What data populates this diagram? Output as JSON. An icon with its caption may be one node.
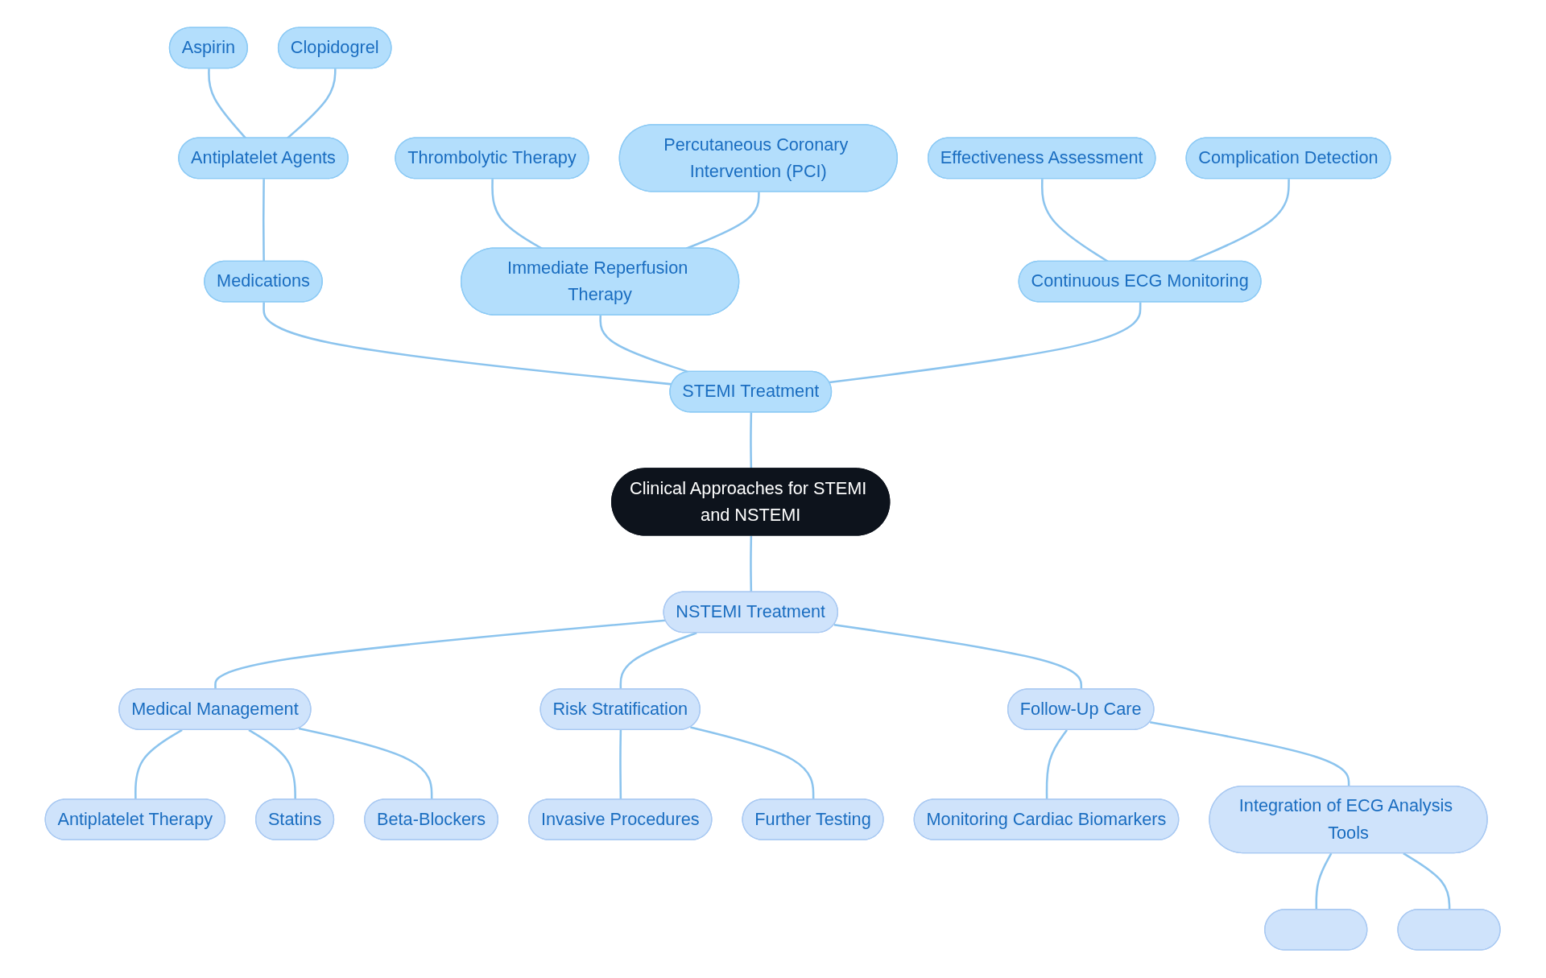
{
  "diagram": {
    "nodes": [
      {
        "text": [
          "Clinical Approaches for STEMI and NSTEMI"
        ]
      },
      {
        "text": [
          "STEMI Treatment"
        ]
      },
      {
        "text": [
          "Medications"
        ]
      },
      {
        "text": [
          "Antiplatelet Agents"
        ]
      },
      {
        "text": [
          "Aspirin"
        ]
      },
      {
        "text": [
          "Clopidogrel"
        ]
      },
      {
        "text": [
          "Immediate Reperfusion Therapy"
        ]
      },
      {
        "text": [
          "Thrombolytic Therapy"
        ]
      },
      {
        "text": [
          "Percutaneous Coronary Intervention (PCI)"
        ]
      },
      {
        "text": [
          "Continuous ECG Monitoring"
        ]
      },
      {
        "text": [
          "Effectiveness Assessment"
        ]
      },
      {
        "text": [
          "Complication Detection"
        ]
      },
      {
        "text": [
          "NSTEMI Treatment"
        ]
      },
      {
        "text": [
          "Medical Management"
        ]
      },
      {
        "text": [
          "Antiplatelet Therapy"
        ]
      },
      {
        "text": [
          "Statins"
        ]
      },
      {
        "text": [
          "Beta-Blockers"
        ]
      },
      {
        "text": [
          "Risk Stratification"
        ]
      },
      {
        "text": [
          "Invasive Procedures"
        ]
      },
      {
        "text": [
          "Further Testing"
        ]
      },
      {
        "text": [
          "Follow-Up Care"
        ]
      },
      {
        "text": [
          "Monitoring Cardiac Biomarkers"
        ]
      },
      {
        "text": [
          "Integration of ECG Analysis Tools"
        ]
      },
      {
        "text": [],
        "shape": "box"
      },
      {
        "text": [],
        "shape": "box"
      }
    ],
    "edges": [
      {
        "from": 0,
        "to": 1,
        "arrow": "none"
      },
      {
        "from": 1,
        "to": 2,
        "arrow": "none"
      },
      {
        "from": 2,
        "to": 3,
        "arrow": "none"
      },
      {
        "from": 3,
        "to": 4,
        "arrow": "none"
      },
      {
        "from": 3,
        "to": 5,
        "arrow": "none"
      },
      {
        "from": 1,
        "to": 6,
        "arrow": "none"
      },
      {
        "from": 6,
        "to": 7,
        "arrow": "none"
      },
      {
        "from": 6,
        "to": 8,
        "arrow": "none"
      },
      {
        "from": 1,
        "to": 9,
        "arrow": "none"
      },
      {
        "from": 9,
        "to": 10,
        "arrow": "none"
      },
      {
        "from": 9,
        "to": 11,
        "arrow": "none"
      },
      {
        "from": 0,
        "to": 12,
        "arrow": "none"
      },
      {
        "from": 12,
        "to": 13,
        "arrow": "none"
      },
      {
        "from": 13,
        "to": 14,
        "arrow": "none"
      },
      {
        "from": 13,
        "to": 15,
        "arrow": "none"
      },
      {
        "from": 13,
        "to": 16,
        "arrow": "none"
      },
      {
        "from": 12,
        "to": 17,
        "arrow": "none"
      },
      {
        "from": 17,
        "to": 18,
        "arrow": "none"
      },
      {
        "from": 17,
        "to": 19,
        "arrow": "none"
      },
      {
        "from": 12,
        "to": 20,
        "arrow": "none"
      },
      {
        "from": 20,
        "to": 21,
        "arrow": "none"
      },
      {
        "from": 20,
        "to": 22,
        "arrow": "none"
      },
      {
        "from": 22,
        "to": 23,
        "arrow": "none"
      },
      {
        "from": 22,
        "to": 24,
        "arrow": "none"
      }
    ]
  }
}
